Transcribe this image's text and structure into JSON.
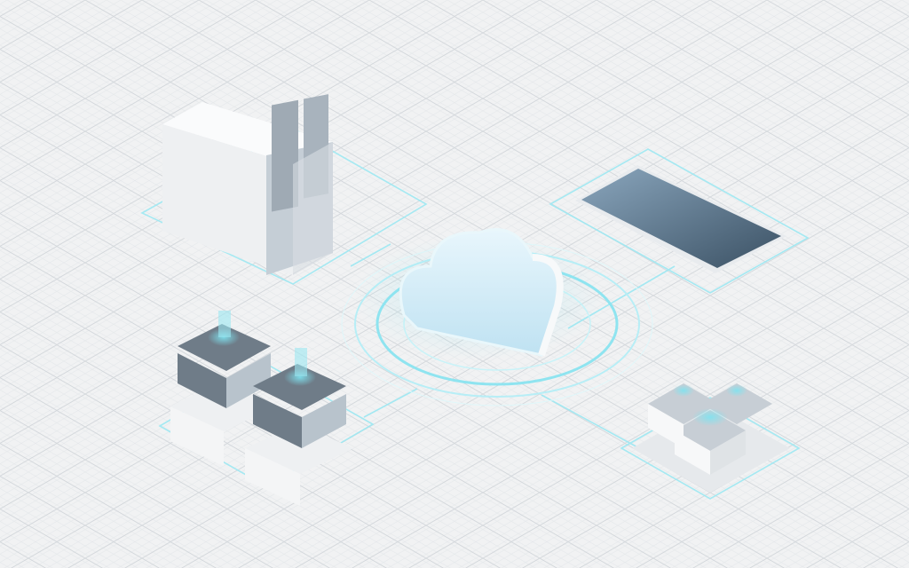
{
  "scene": {
    "background": "#f1f2f3",
    "grid_color": "#d4d8dc",
    "accent_glow": "#7fe3f0",
    "accent_line": "#9ce8f2",
    "cloud_fill": "#d9eef8",
    "tablet_screen_top": "#7e9cb4",
    "tablet_screen_bottom": "#3d5366",
    "server_panel": "#b8c3cc",
    "device_white": "#f7f8f9",
    "device_shadow": "#dfe3e6"
  },
  "objects": [
    {
      "name": "server-rack",
      "icon": "server-rack-icon"
    },
    {
      "name": "tablet",
      "icon": "tablet-icon"
    },
    {
      "name": "cloud-hub",
      "icon": "cloud-icon"
    },
    {
      "name": "database-stack-left",
      "icon": "database-icon"
    },
    {
      "name": "database-stack-right",
      "icon": "database-icon"
    },
    {
      "name": "storage-cluster",
      "icon": "storage-cluster-icon"
    }
  ]
}
